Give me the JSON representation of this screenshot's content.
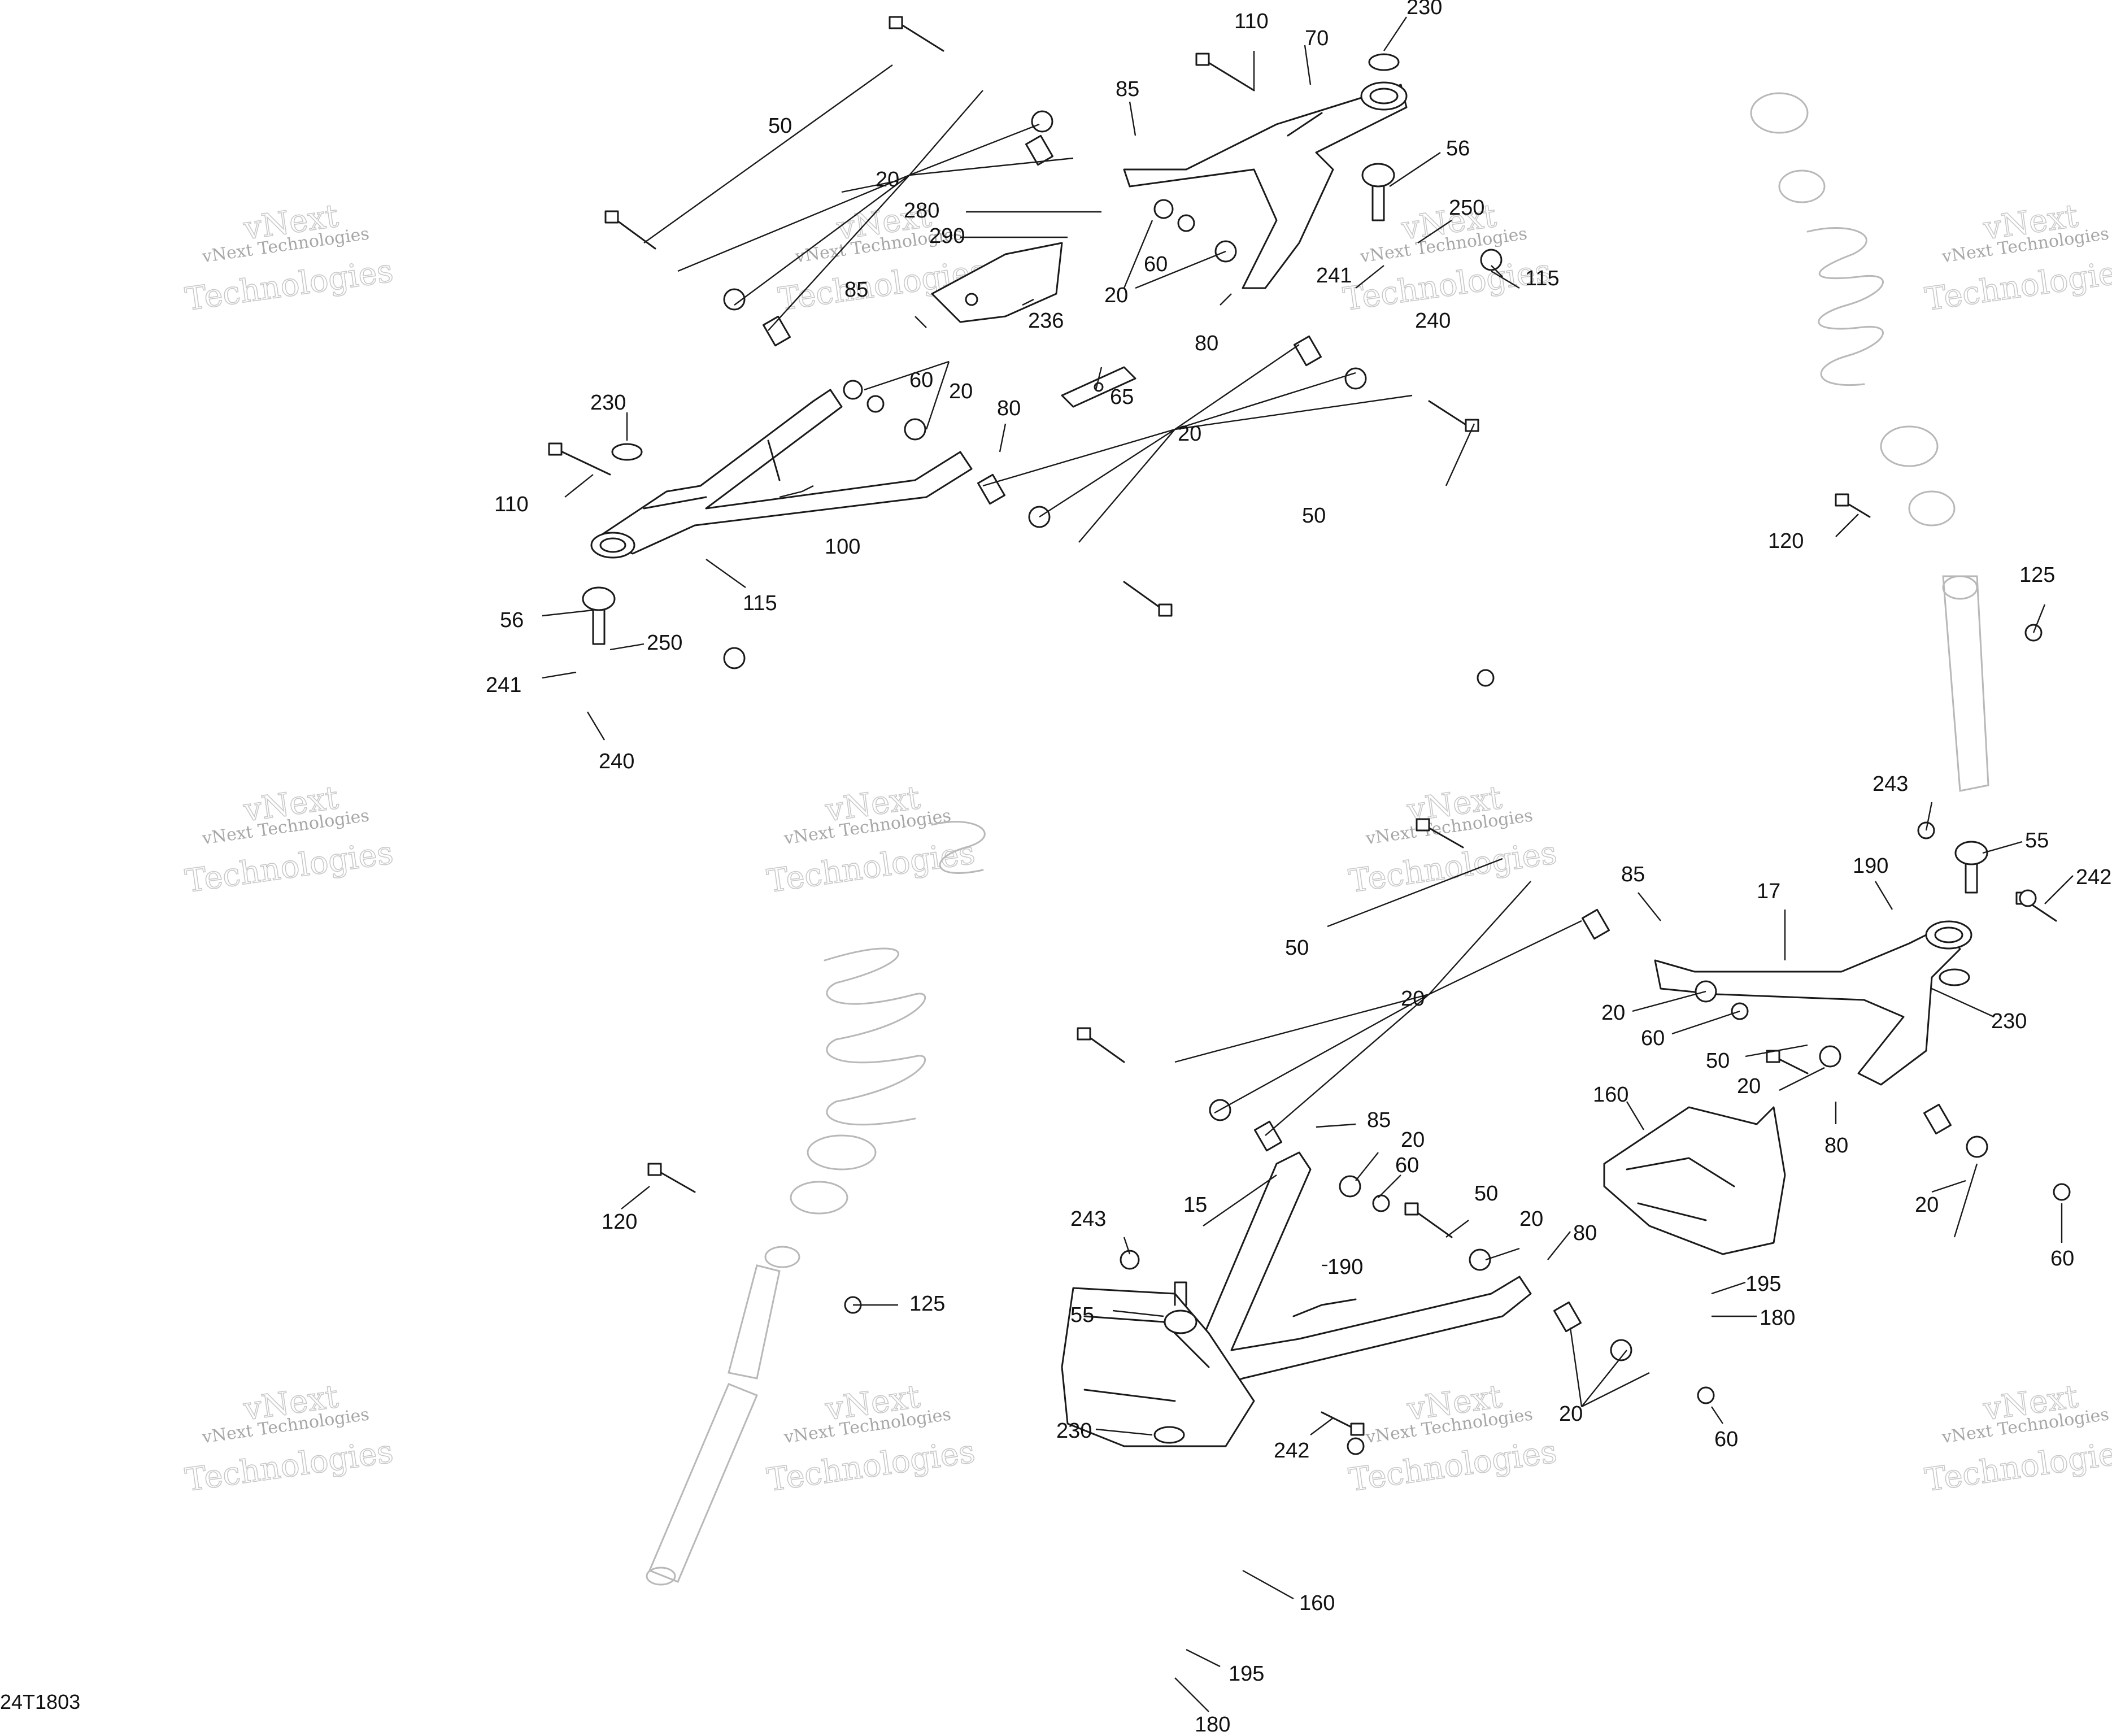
{
  "drawing_reference": "24T1803",
  "watermark": {
    "line1": "vNext Technologies",
    "line2": "Technologies",
    "arc": "vNext"
  },
  "callouts": {
    "c_50a": "50",
    "c_20a": "20",
    "c_110a": "110",
    "c_70": "70",
    "c_230a": "230",
    "c_85a": "85",
    "c_56a": "56",
    "c_280": "280",
    "c_290": "290",
    "c_250a": "250",
    "c_85b": "85",
    "c_20b": "20",
    "c_60a": "60",
    "c_241a": "241",
    "c_115a": "115",
    "c_240a": "240",
    "c_236": "236",
    "c_80a": "80",
    "c_20c": "20",
    "c_60b": "60",
    "c_65": "65",
    "c_230b": "230",
    "c_80b": "80",
    "c_20d": "20",
    "c_110b": "110",
    "c_100": "100",
    "c_50b": "50",
    "c_115b": "115",
    "c_56b": "56",
    "c_250b": "250",
    "c_241b": "241",
    "c_240b": "240",
    "c_120a": "120",
    "c_125a": "125",
    "c_243a": "243",
    "c_55a": "55",
    "c_242a": "242",
    "c_85c": "85",
    "c_190a": "190",
    "c_17": "17",
    "c_50c": "50",
    "c_20e": "20",
    "c_20f": "20",
    "c_60c": "60",
    "c_230c": "230",
    "c_50d": "50",
    "c_20g": "20",
    "c_160a": "160",
    "c_80c": "80",
    "c_85d": "85",
    "c_20h": "20",
    "c_60d": "60",
    "c_20i": "20",
    "c_60e": "60",
    "c_15": "15",
    "c_50e": "50",
    "c_243b": "243",
    "c_20j": "20",
    "c_80d": "80",
    "c_190b": "190",
    "c_195a": "195",
    "c_55b": "55",
    "c_180a": "180",
    "c_120b": "120",
    "c_125b": "125",
    "c_230d": "230",
    "c_242b": "242",
    "c_20k": "20",
    "c_60f": "60",
    "c_160b": "160",
    "c_195b": "195",
    "c_180b": "180"
  }
}
